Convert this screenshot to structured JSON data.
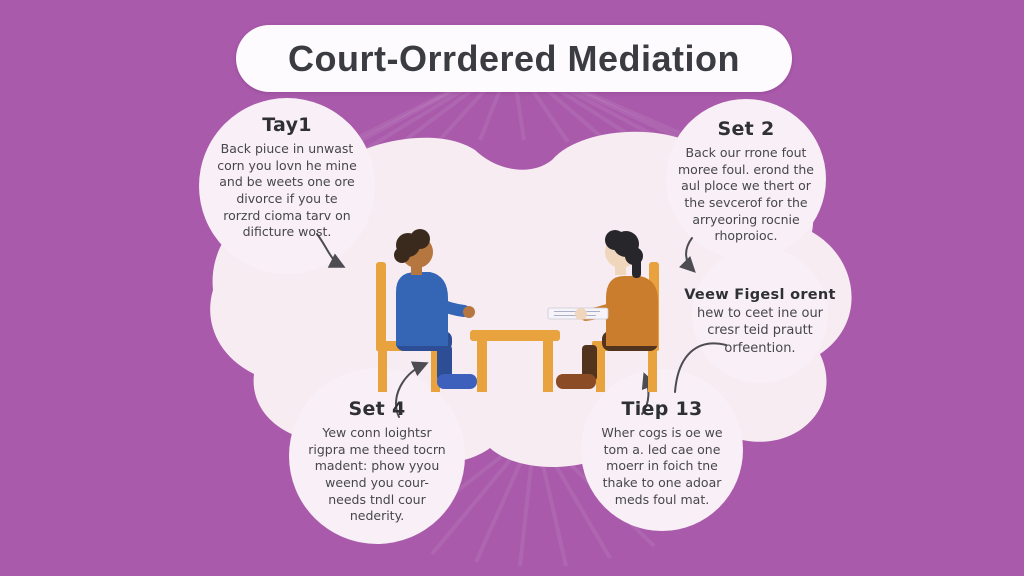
{
  "title": {
    "text": "Court-Orrdered Mediation"
  },
  "steps": [
    {
      "heading": "Tay1",
      "lines": [
        "Back piuce in unwast",
        "corn you lovn he mine",
        "and be weets one ore",
        "divorce if you te",
        "rorzrd cioma tarv on",
        "dificture wost."
      ]
    },
    {
      "heading": "Set 2",
      "lines": [
        "Back our rrone fout",
        "moree foul. erond the",
        "aul ploce we thert or",
        "the sevcerof for the",
        "arryeoring rocnie",
        "rhoproioc."
      ]
    },
    {
      "heading": "Veew Figesl orent",
      "lines": [
        "hew to ceet ine our",
        "cresr teid prautt",
        "orfeention."
      ]
    },
    {
      "heading": "Set 4",
      "lines": [
        "Yew conn loightsr",
        "rigpra me theed tocrn",
        "madent: phow yyou",
        "weend you cour-",
        "needs tndl cour",
        "nederity."
      ]
    },
    {
      "heading": "Tiep 13",
      "lines": [
        "Wher cogs is oe we",
        "tom a. led cae one",
        "moerr in foich tne",
        "thake to one adoar",
        "meds foul mat."
      ]
    }
  ],
  "colors": {
    "background": "#a95aab",
    "blob": "#f8ecf3",
    "bubble": "#f9eff6",
    "banner": "#fdfbfd",
    "title_text": "#3b3c41",
    "heading_text": "#2f3035",
    "body_text": "#46474c",
    "furniture": "#e8a23e",
    "arrow": "#4c4c52",
    "left_sweater": "#3566b5",
    "left_pants": "#2d4e94",
    "left_shoes": "#3c60bb",
    "left_skin": "#b5763f",
    "left_hair": "#3a2a1e",
    "right_sweater": "#cb7d2e",
    "right_pants": "#52341e",
    "right_shoes": "#8a4b25",
    "right_skin": "#f0d6bd",
    "right_hair": "#26262b",
    "paper": "#f6f4f8"
  }
}
